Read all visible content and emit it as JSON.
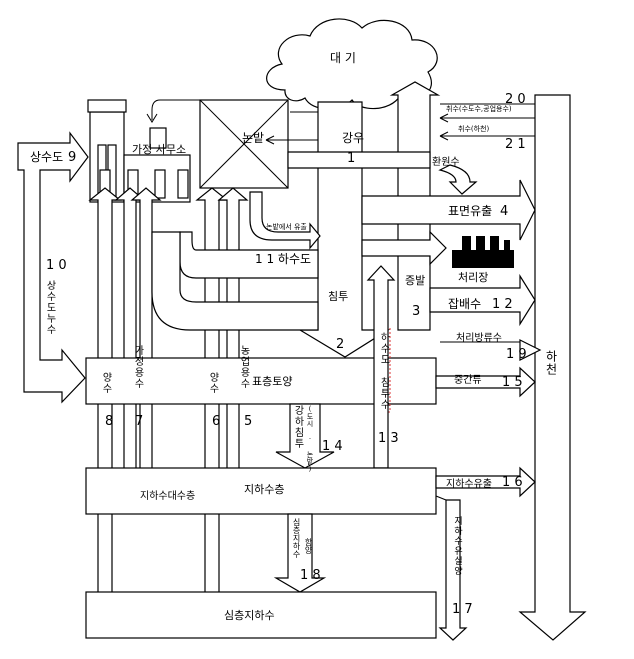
{
  "atmosphere": "대 기",
  "inputs": {
    "water_supply": "상수도",
    "water_supply_num": "9",
    "paddy": "논밭",
    "household_office": "가정 사무소",
    "rain": "강우",
    "rain_num": "1"
  },
  "intakes": {
    "intake_public": "취수(수도수,공업용수)",
    "num20": "2 0",
    "intake_river": "취수(하천)",
    "num21": "2 1"
  },
  "flows": {
    "return_water": "환원수",
    "surface_runoff": "표면유출",
    "surface_runoff_num": "4",
    "paddy_drain": "논밭에서 유출",
    "sewer": "1 1 하수도",
    "treatment_plant": "처리장",
    "infiltration": "침투",
    "infiltration_num": "2",
    "evaporation": "증발",
    "evaporation_num": "3",
    "misc_drainage": "잡배수",
    "misc_drainage_num": "1 2",
    "treated_discharge": "처리방류수",
    "treated_discharge_num": "1 9",
    "interflow": "중간류",
    "interflow_num": "1 5",
    "groundwater_outflow": "지하수유출",
    "groundwater_outflow_num": "1 6",
    "groundwater_recharge_deep": "지하수유실양",
    "num17": "1 7",
    "num18": "1 8",
    "num13": "1 3",
    "num14": "1 4",
    "num10": "1 0",
    "river": "하천"
  },
  "vertical_labels": {
    "supply_leak": "상수도누수",
    "household_water": "가정용수",
    "pumping1": "양수",
    "pumping2": "양수",
    "agri_water": "농업용수",
    "sewer_infiltration": "하수도 침투수",
    "gw_recharge": "강하침투",
    "gw_recharge_small": "(도시 · 논밭)",
    "deep_infiltration": "심층지하수",
    "deep_infiltration_small": "함양",
    "num8": "8",
    "num7": "7",
    "num6": "6",
    "num5": "5"
  },
  "layers": {
    "topsoil": "표층토양",
    "aquifer": "지하수층",
    "aquifer_pump": "지하수대수층",
    "deep_groundwater": "심층지하수"
  }
}
